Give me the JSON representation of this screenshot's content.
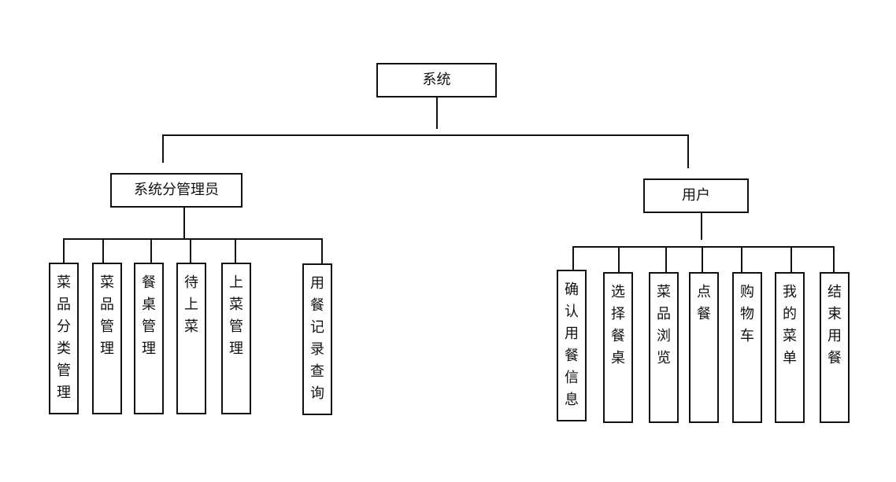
{
  "root": {
    "label": "系统"
  },
  "branches": [
    {
      "label": "系统分管理员",
      "children": [
        "菜品分类管理",
        "菜品管理",
        "餐桌管理",
        "待上菜",
        "上菜管理",
        "用餐记录查询"
      ]
    },
    {
      "label": "用户",
      "children": [
        "确认用餐信息",
        "选择餐桌",
        "菜品浏览",
        "点餐",
        "购物车",
        "我的菜单",
        "结束用餐"
      ]
    }
  ]
}
